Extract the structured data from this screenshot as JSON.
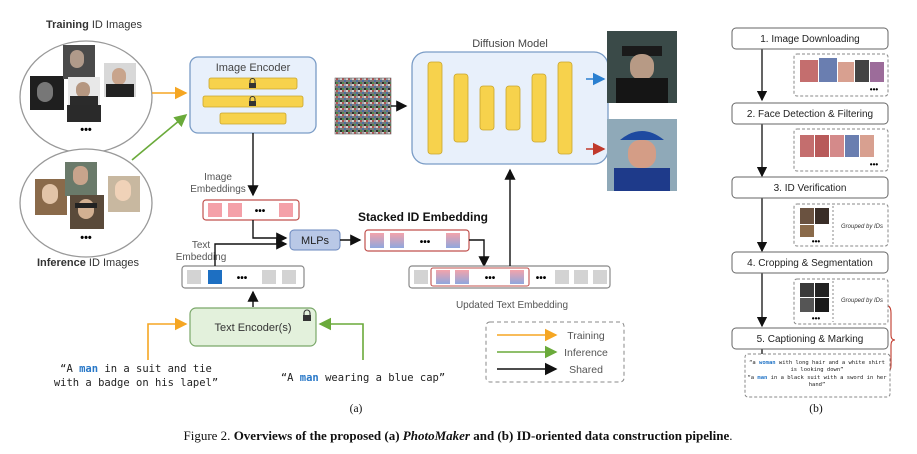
{
  "left": {
    "training_label": {
      "bold": "Training",
      "rest": " ID Images"
    },
    "inference_label": {
      "bold": "Inference",
      "rest": " ID Images"
    },
    "image_encoder": "Image Encoder",
    "diffusion_model": "Diffusion Model",
    "image_embeddings": [
      "Image",
      "Embeddings"
    ],
    "text_embedding": [
      "Text",
      "Embedding"
    ],
    "mlps": "MLPs",
    "stacked_id_embedding": "Stacked ID Embedding",
    "updated_text_embedding": "Updated Text Embedding",
    "text_encoder": "Text Encoder(s)",
    "caption1_line1": {
      "pre": "“A ",
      "hl": "man",
      "post": " in a suit and tie"
    },
    "caption1_line2": "with a badge on his lapel”",
    "caption2": {
      "pre": "“A ",
      "hl": "man",
      "post": " wearing a blue cap”"
    },
    "legend": [
      "Training",
      "Inference",
      "Shared"
    ],
    "dots": "•••",
    "sublabel": "(a)"
  },
  "right": {
    "steps": [
      "1. Image Downloading",
      "2. Face Detection & Filtering",
      "3. ID Verification",
      "4. Cropping & Segmentation",
      "5. Captioning & Marking"
    ],
    "grouped_by_ids": "Grouped by IDs",
    "caption_a": {
      "pre": "“a ",
      "hl": "woman",
      "post": " with long hair and a white shirt"
    },
    "caption_a2": "is looking down”",
    "caption_b": {
      "pre": "“a ",
      "hl": "man",
      "post": " in a black suit with a sword in her"
    },
    "caption_b2": "hand”",
    "dots": "•••",
    "sublabel": "(b)"
  },
  "figure_caption": {
    "prefix": "Figure 2. ",
    "part1": "Overviews of the proposed (a) ",
    "italic": "PhotoMaker",
    "part2": " and (b) ID-oriented data construction pipeline",
    "end": "."
  },
  "colors": {
    "training": "#f5a623",
    "inference": "#6aaa3a",
    "shared": "#111111",
    "encoder_fill": "#e8f0fb",
    "encoder_stroke": "#7a9cc6",
    "yellow": "#f7d24c",
    "pink": "#f4a0a8",
    "blue_token": "#1d6fc2",
    "mlp_fill": "#b9c8e6",
    "text_enc_fill": "#e3f1dc",
    "highlight_word": "#2878c8"
  }
}
